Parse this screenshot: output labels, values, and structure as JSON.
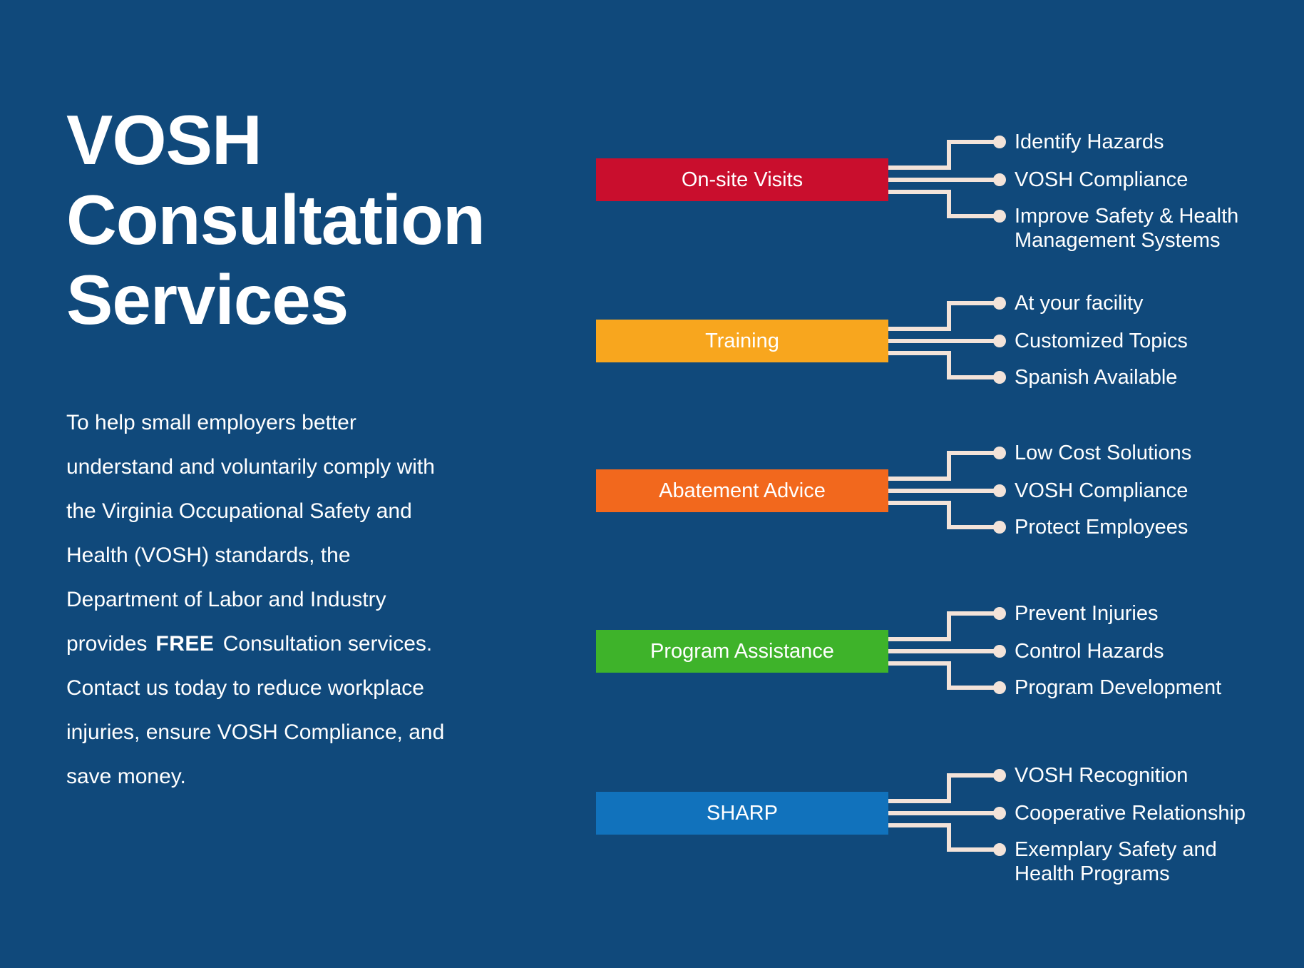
{
  "background_color": "#10497B",
  "text_color": "#FFFFFF",
  "connector_color": "#F3E3D9",
  "title": "VOSH\nConsultation\nServices",
  "intro": {
    "lines_before": [
      "To help small employers better",
      "understand and voluntarily comply with",
      "the Virginia Occupational Safety and",
      "Health (VOSH) standards, the",
      "Department of Labor and Industry"
    ],
    "free_line": {
      "before": "provides",
      "bold": "FREE",
      "after": " Consultation services."
    },
    "lines_after": [
      "Contact us today to reduce workplace",
      "injuries, ensure VOSH Compliance, and",
      "save money."
    ]
  },
  "groups": [
    {
      "label": "On-site Visits",
      "color": "#C90E2D",
      "bullets": [
        "Identify Hazards",
        "VOSH Compliance",
        "Improve Safety & Health\nManagement Systems"
      ]
    },
    {
      "label": "Training",
      "color": "#F8A61E",
      "bullets": [
        "At your facility",
        "Customized Topics",
        "Spanish Available"
      ]
    },
    {
      "label": "Abatement Advice",
      "color": "#F2681D",
      "bullets": [
        "Low Cost Solutions",
        "VOSH Compliance",
        "Protect Employees"
      ]
    },
    {
      "label": "Program Assistance",
      "color": "#3EB32A",
      "bullets": [
        "Prevent Injuries",
        "Control Hazards",
        "Program Development"
      ]
    },
    {
      "label": "SHARP",
      "color": "#1172BC",
      "bullets": [
        "VOSH Recognition",
        "Cooperative Relationship",
        "Exemplary Safety and\nHealth Programs"
      ]
    }
  ]
}
